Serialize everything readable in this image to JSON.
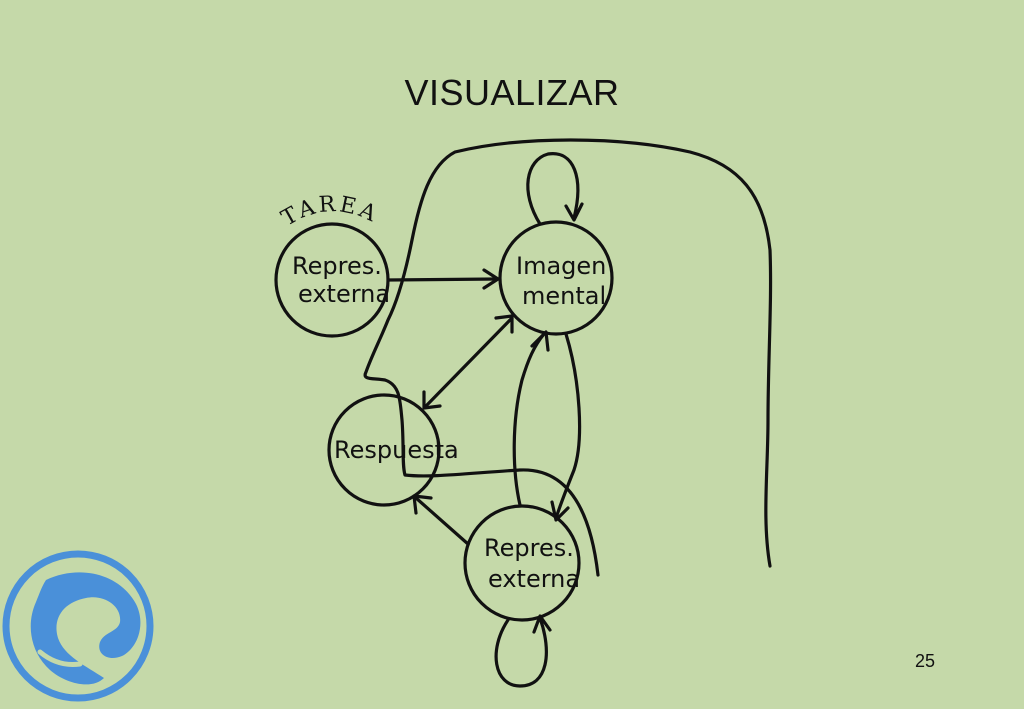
{
  "slide": {
    "title": "VISUALIZAR",
    "page_number": "25"
  },
  "diagram": {
    "task_label": "TAREA",
    "nodes": [
      {
        "id": "external-rep-top",
        "lines": [
          "Repres.",
          "externa"
        ]
      },
      {
        "id": "mental-image",
        "lines": [
          "Imagen",
          "mental"
        ]
      },
      {
        "id": "response",
        "lines": [
          "Respuesta"
        ]
      },
      {
        "id": "external-rep-bottom",
        "lines": [
          "Repres.",
          "externa"
        ]
      }
    ]
  },
  "logo": {
    "color": "#4a90d9",
    "icon": "circular-swirl-logo"
  }
}
